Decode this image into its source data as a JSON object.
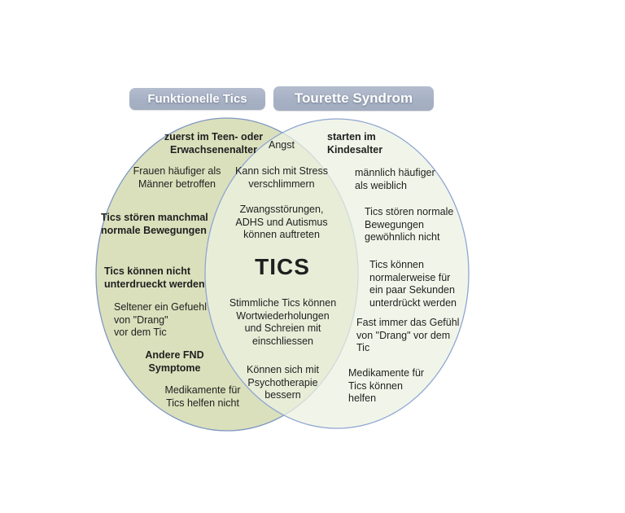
{
  "diagram": {
    "headers": {
      "left": "Funktionelle Tics",
      "right": "Tourette Syndrom"
    },
    "center_title": "TICS",
    "left_items": [
      {
        "text": "zuerst im Teen- oder\nErwachsenenalter",
        "bold": true
      },
      {
        "text": "Frauen häufiger als\nMänner betroffen",
        "bold": false
      },
      {
        "text": "Tics stören manchmal\nnormale Bewegungen",
        "bold": true
      },
      {
        "text": "Tics können nicht\nunterdrueckt werden",
        "bold": true
      },
      {
        "text": "Seltener ein Gefuehl\nvon \"Drang\"\nvor dem Tic",
        "bold": false
      },
      {
        "text": "Andere FND\nSymptome",
        "bold": true
      },
      {
        "text": "Medikamente für\nTics helfen nicht",
        "bold": false
      }
    ],
    "center_items": [
      {
        "text": "Angst"
      },
      {
        "text": "Kann sich mit Stress\nverschlimmern"
      },
      {
        "text": "Zwangsstörungen,\nADHS und Autismus\nkönnen auftreten"
      },
      {
        "text": "Stimmliche Tics können\nWortwiederholungen\nund Schreien mit\neinschliessen"
      },
      {
        "text": "Können sich mit\nPsychotherapie\nbessern"
      }
    ],
    "right_items": [
      {
        "text": "starten im\nKindesalter",
        "bold": true
      },
      {
        "text": "männlich häufiger\nals weiblich",
        "bold": false
      },
      {
        "text": "Tics stören normale\nBewegungen\ngewöhnlich nicht",
        "bold": false
      },
      {
        "text": "Tics können\nnormalerweise für\nein paar Sekunden\nunterdrückt werden",
        "bold": false
      },
      {
        "text": "Fast immer das Gefühl\nvon \"Drang\" vor dem\nTic",
        "bold": false
      },
      {
        "text": "Medikamente für\nTics können\nhelfen",
        "bold": false
      }
    ]
  },
  "colors": {
    "left_circle_fill": "#dbe0bc",
    "left_circle_stroke": "#7e97c3",
    "right_circle_fill_rgba": "rgba(236,242,226,0.75)",
    "right_circle_stroke": "#8fa6d2",
    "overlap_observed": "#e8edd8",
    "header_bg": "#a9b3c5",
    "header_text": "#ffffff",
    "body_text": "#1f1f1f",
    "background": "#ffffff"
  }
}
